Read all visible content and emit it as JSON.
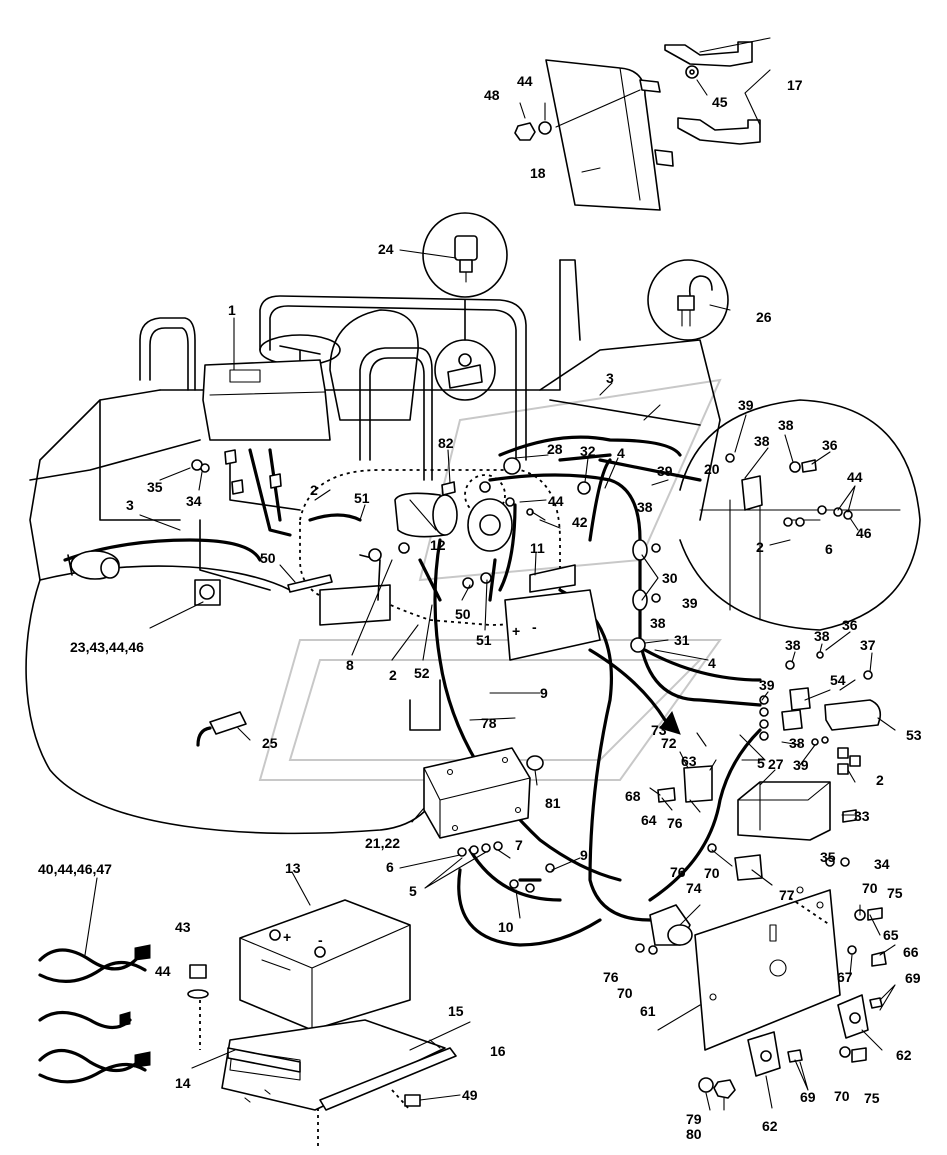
{
  "diagram": {
    "callouts": [
      {
        "id": "c1",
        "text": "1"
      },
      {
        "id": "c2a",
        "text": "2"
      },
      {
        "id": "c2b",
        "text": "2"
      },
      {
        "id": "c2c",
        "text": "2"
      },
      {
        "id": "c2d",
        "text": "2"
      },
      {
        "id": "c3a",
        "text": "3"
      },
      {
        "id": "c3b",
        "text": "3"
      },
      {
        "id": "c4a",
        "text": "4"
      },
      {
        "id": "c4b",
        "text": "4"
      },
      {
        "id": "c5a",
        "text": "5"
      },
      {
        "id": "c5b",
        "text": "5"
      },
      {
        "id": "c6a",
        "text": "6"
      },
      {
        "id": "c6b",
        "text": "6"
      },
      {
        "id": "c7",
        "text": "7"
      },
      {
        "id": "c8",
        "text": "8"
      },
      {
        "id": "c9a",
        "text": "9"
      },
      {
        "id": "c9b",
        "text": "9"
      },
      {
        "id": "c10",
        "text": "10"
      },
      {
        "id": "c11",
        "text": "11"
      },
      {
        "id": "c12",
        "text": "12"
      },
      {
        "id": "c13",
        "text": "13"
      },
      {
        "id": "c14",
        "text": "14"
      },
      {
        "id": "c15",
        "text": "15"
      },
      {
        "id": "c16",
        "text": "16"
      },
      {
        "id": "c17",
        "text": "17"
      },
      {
        "id": "c18",
        "text": "18"
      },
      {
        "id": "c20",
        "text": "20"
      },
      {
        "id": "c2122",
        "text": "21,22"
      },
      {
        "id": "c23",
        "text": "23,43,44,46"
      },
      {
        "id": "c24",
        "text": "24"
      },
      {
        "id": "c25",
        "text": "25"
      },
      {
        "id": "c26",
        "text": "26"
      },
      {
        "id": "c27",
        "text": "27"
      },
      {
        "id": "c28",
        "text": "28"
      },
      {
        "id": "c30",
        "text": "30"
      },
      {
        "id": "c31",
        "text": "31"
      },
      {
        "id": "c32",
        "text": "32"
      },
      {
        "id": "c33",
        "text": "33"
      },
      {
        "id": "c34a",
        "text": "34"
      },
      {
        "id": "c34b",
        "text": "34"
      },
      {
        "id": "c35a",
        "text": "35"
      },
      {
        "id": "c35b",
        "text": "35"
      },
      {
        "id": "c36a",
        "text": "36"
      },
      {
        "id": "c36b",
        "text": "36"
      },
      {
        "id": "c37",
        "text": "37"
      },
      {
        "id": "c38a",
        "text": "38"
      },
      {
        "id": "c38b",
        "text": "38"
      },
      {
        "id": "c38c",
        "text": "38"
      },
      {
        "id": "c38d",
        "text": "38"
      },
      {
        "id": "c38e",
        "text": "38"
      },
      {
        "id": "c38f",
        "text": "38"
      },
      {
        "id": "c38g",
        "text": "38"
      },
      {
        "id": "c39a",
        "text": "39"
      },
      {
        "id": "c39b",
        "text": "39"
      },
      {
        "id": "c39c",
        "text": "39"
      },
      {
        "id": "c39d",
        "text": "39"
      },
      {
        "id": "c39e",
        "text": "39"
      },
      {
        "id": "c40",
        "text": "40,44,46,47"
      },
      {
        "id": "c42",
        "text": "42"
      },
      {
        "id": "c43",
        "text": "43"
      },
      {
        "id": "c44a",
        "text": "44"
      },
      {
        "id": "c44b",
        "text": "44"
      },
      {
        "id": "c44c",
        "text": "44"
      },
      {
        "id": "c44d",
        "text": "44"
      },
      {
        "id": "c45",
        "text": "45"
      },
      {
        "id": "c46",
        "text": "46"
      },
      {
        "id": "c48",
        "text": "48"
      },
      {
        "id": "c49",
        "text": "49"
      },
      {
        "id": "c50a",
        "text": "50"
      },
      {
        "id": "c50b",
        "text": "50"
      },
      {
        "id": "c51a",
        "text": "51"
      },
      {
        "id": "c51b",
        "text": "51"
      },
      {
        "id": "c52",
        "text": "52"
      },
      {
        "id": "c53",
        "text": "53"
      },
      {
        "id": "c54",
        "text": "54"
      },
      {
        "id": "c61",
        "text": "61"
      },
      {
        "id": "c62a",
        "text": "62"
      },
      {
        "id": "c62b",
        "text": "62"
      },
      {
        "id": "c63",
        "text": "63"
      },
      {
        "id": "c64",
        "text": "64"
      },
      {
        "id": "c65",
        "text": "65"
      },
      {
        "id": "c66",
        "text": "66"
      },
      {
        "id": "c67",
        "text": "67"
      },
      {
        "id": "c68",
        "text": "68"
      },
      {
        "id": "c69a",
        "text": "69"
      },
      {
        "id": "c69b",
        "text": "69"
      },
      {
        "id": "c70a",
        "text": "70"
      },
      {
        "id": "c70b",
        "text": "70"
      },
      {
        "id": "c70c",
        "text": "70"
      },
      {
        "id": "c70d",
        "text": "70"
      },
      {
        "id": "c72",
        "text": "72"
      },
      {
        "id": "c73",
        "text": "73"
      },
      {
        "id": "c74",
        "text": "74"
      },
      {
        "id": "c75a",
        "text": "75"
      },
      {
        "id": "c75b",
        "text": "75"
      },
      {
        "id": "c76a",
        "text": "76"
      },
      {
        "id": "c76b",
        "text": "76"
      },
      {
        "id": "c76c",
        "text": "76"
      },
      {
        "id": "c77",
        "text": "77"
      },
      {
        "id": "c78",
        "text": "78"
      },
      {
        "id": "c79",
        "text": "79"
      },
      {
        "id": "c80",
        "text": "80"
      },
      {
        "id": "c81",
        "text": "81"
      },
      {
        "id": "c82",
        "text": "82"
      }
    ],
    "battery_plus": "+",
    "battery_minus": "-"
  }
}
